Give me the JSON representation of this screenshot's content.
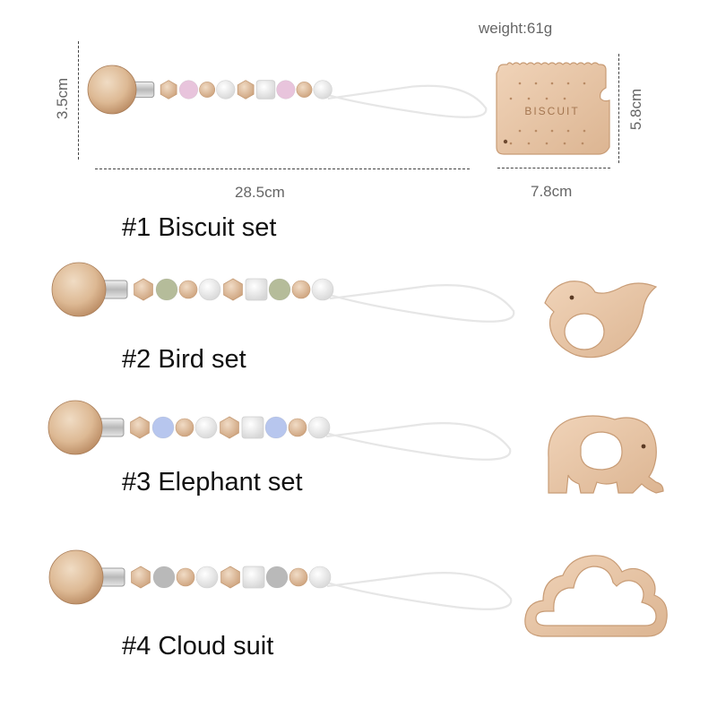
{
  "colors": {
    "wood_light": "#e9cdb0",
    "wood_mid": "#d9b390",
    "wood_dark": "#b88860",
    "pink": "#e8c4dc",
    "sage": "#b5bc9a",
    "blue": "#b7c6ee",
    "grey": "#b9b9b9",
    "marble": "#ececec",
    "cord": "#f4f4f4"
  },
  "biscuit": {
    "weight_label": "weight:61g",
    "height_label": "3.5cm",
    "length_label": "28.5cm",
    "biscuit_height_label": "5.8cm",
    "biscuit_width_label": "7.8cm",
    "biscuit_text": "BISCUIT",
    "title": "#1 Biscuit set"
  },
  "sets": [
    {
      "title": "#2 Bird set",
      "accent": "sage",
      "teether": "bird"
    },
    {
      "title": "#3 Elephant set",
      "accent": "blue",
      "teether": "elephant"
    },
    {
      "title": "#4 Cloud suit",
      "accent": "grey",
      "teether": "cloud"
    }
  ]
}
